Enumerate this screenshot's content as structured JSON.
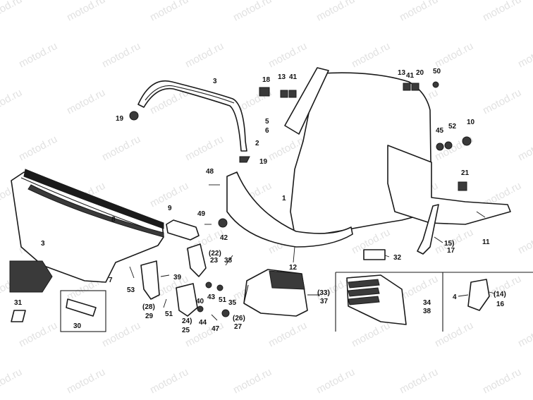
{
  "watermark": "motod.ru",
  "callouts": [
    "3",
    "18",
    "13",
    "41",
    "13",
    "41",
    "20",
    "50",
    "19",
    "5",
    "6",
    "2",
    "19",
    "45",
    "52",
    "10",
    "48",
    "1",
    "21",
    "9",
    "49",
    "8",
    "42",
    "(22)",
    "23",
    "38",
    "3",
    "7",
    "53",
    "39",
    "12",
    "15)",
    "17",
    "11",
    "32",
    "(33)",
    "37",
    "43",
    "51",
    "35",
    "(26)",
    "27",
    "(28)",
    "29",
    "51",
    "24)",
    "25",
    "40",
    "44",
    "47",
    "34",
    "38",
    "4",
    "(14)",
    "16",
    "30",
    "31"
  ]
}
